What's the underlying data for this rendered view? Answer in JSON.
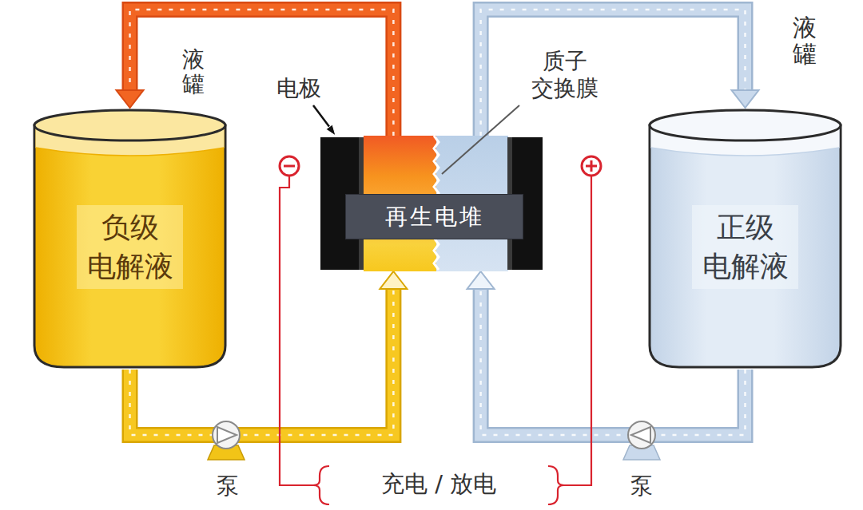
{
  "diagram": {
    "nodes": [
      {
        "text": [
          "负级 电解液"
        ]
      },
      {
        "text": [
          "再生电堆"
        ]
      },
      {
        "text": [
          "正级 电解液"
        ]
      }
    ],
    "edges": [
      {
        "from": 1,
        "to": 0,
        "arrow": "to"
      },
      {
        "from": 0,
        "to": 1,
        "arrow": "to"
      },
      {
        "from": 2,
        "to": 1,
        "arrow": "to"
      },
      {
        "from": 1,
        "to": 2,
        "arrow": "to"
      }
    ],
    "labels": [
      "液罐",
      "电极",
      "质子 交换膜",
      "液罐",
      "泵",
      "充电 / 放电",
      "泵"
    ]
  }
}
